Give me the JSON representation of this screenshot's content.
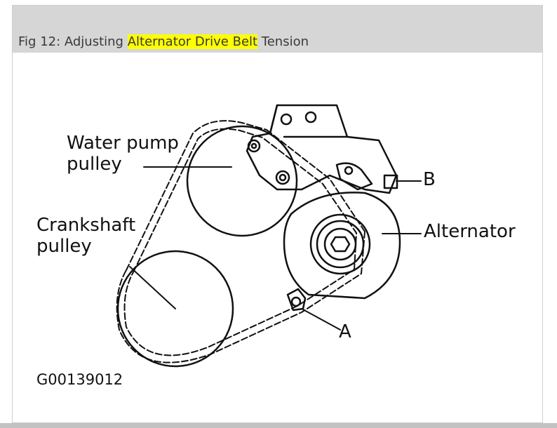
{
  "caption": {
    "prefix": "Fig 12: Adjusting ",
    "highlight": "Alternator Drive Belt",
    "suffix": " Tension",
    "highlight_color": "#ffff00",
    "bar_color": "#d6d6d6"
  },
  "labels": {
    "water_pump_line1": "Water pump",
    "water_pump_line2": "pulley",
    "crankshaft_line1": "Crankshaft",
    "crankshaft_line2": "pulley",
    "alternator": "Alternator",
    "point_a": "A",
    "point_b": "B",
    "figure_code": "G00139012"
  }
}
